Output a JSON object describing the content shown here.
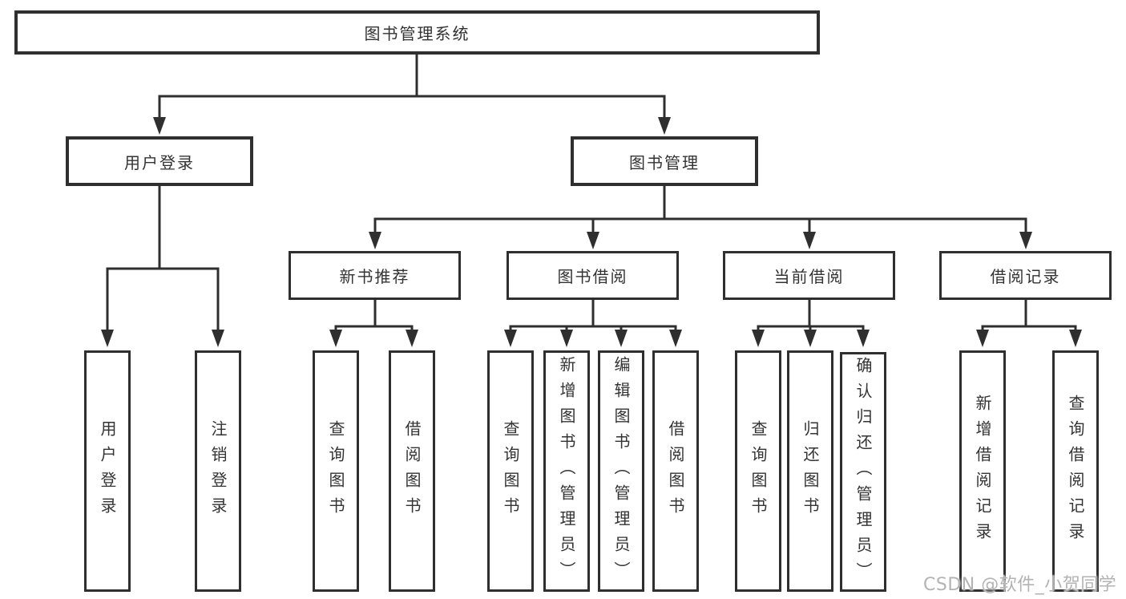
{
  "diagram": {
    "type": "hierarchy-tree",
    "root": {
      "label": "图书管理系统",
      "children": [
        {
          "label": "用户登录",
          "children": [
            {
              "label": "用户登录"
            },
            {
              "label": "注销登录"
            }
          ]
        },
        {
          "label": "图书管理",
          "children": [
            {
              "label": "新书推荐",
              "children": [
                {
                  "label": "查询图书"
                },
                {
                  "label": "借阅图书"
                }
              ]
            },
            {
              "label": "图书借阅",
              "children": [
                {
                  "label": "查询图书"
                },
                {
                  "label": "新增图书（管理员）"
                },
                {
                  "label": "编辑图书（管理员）"
                },
                {
                  "label": "借阅图书"
                }
              ]
            },
            {
              "label": "当前借阅",
              "children": [
                {
                  "label": "查询图书"
                },
                {
                  "label": "归还图书"
                },
                {
                  "label": "确认归还（管理员）"
                }
              ]
            },
            {
              "label": "借阅记录",
              "children": [
                {
                  "label": "新增借阅记录"
                },
                {
                  "label": "查询借阅记录"
                }
              ]
            }
          ]
        }
      ]
    }
  },
  "watermark": {
    "text": "CSDN @软件_小贺同学"
  },
  "colors": {
    "line": "#2f2f2f",
    "text": "#333333",
    "box_background": "#ffffff",
    "page_background": "#ffffff",
    "watermark": "#b3b3b3"
  }
}
